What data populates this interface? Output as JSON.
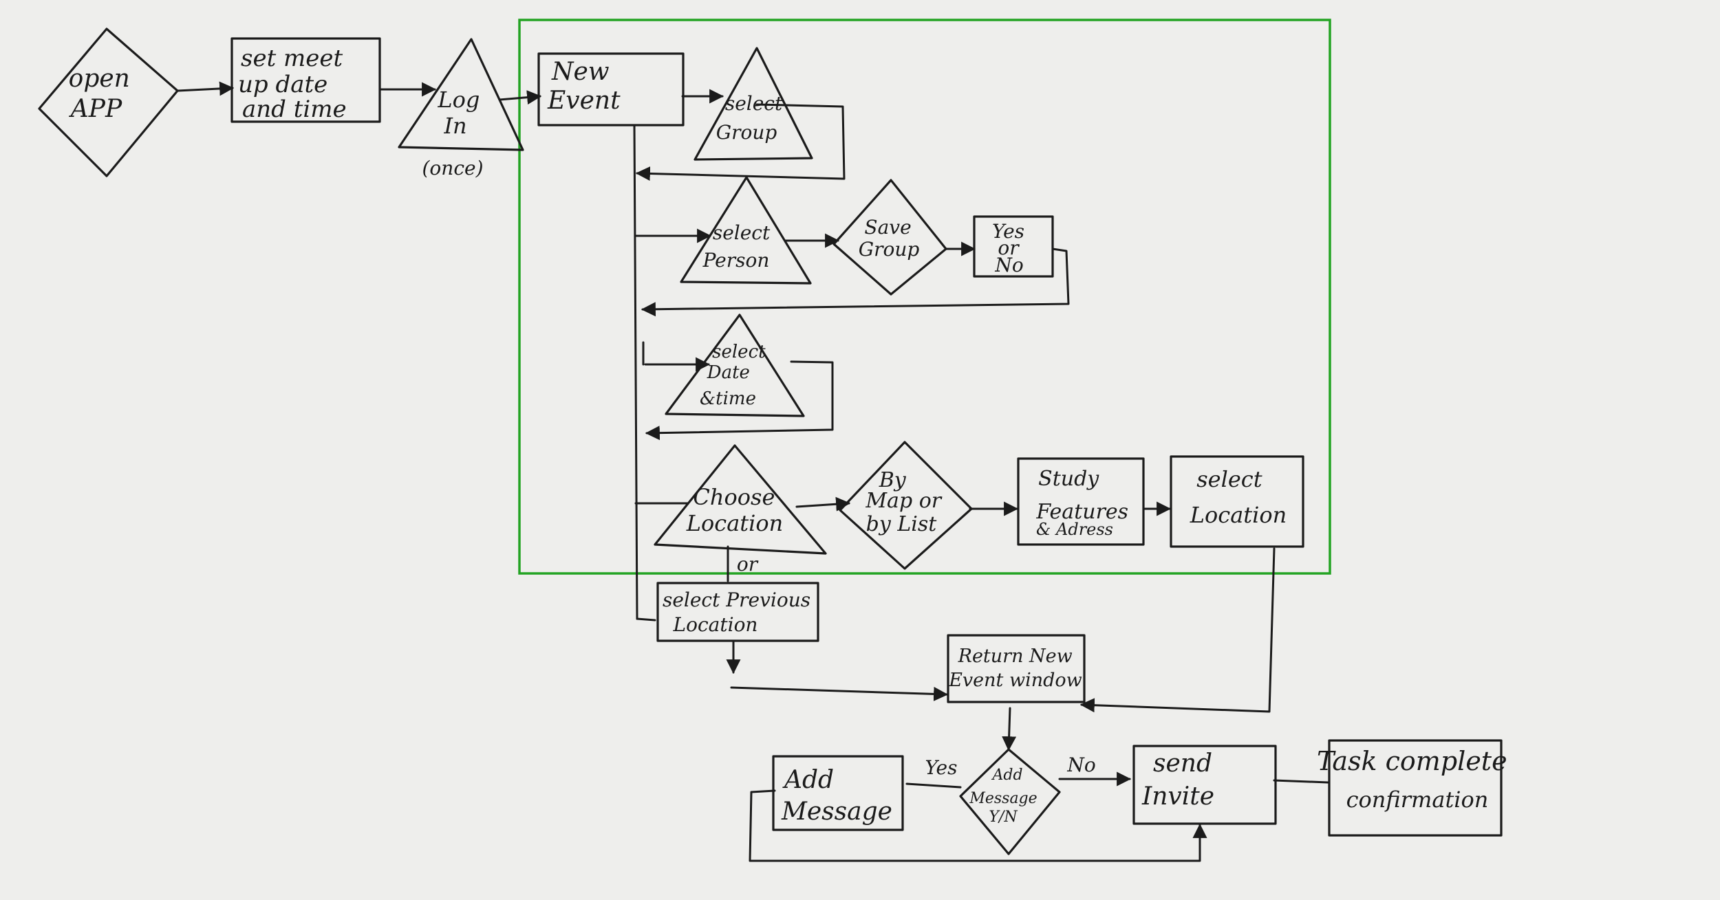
{
  "colors": {
    "ink": "#1b1b1b",
    "paper": "#eeeeec",
    "highlight": "#23a323"
  },
  "nodes": {
    "open_app": [
      "open",
      "APP"
    ],
    "set_meet": [
      "set meet",
      "up date",
      "and time"
    ],
    "log_in": [
      "Log",
      "In"
    ],
    "once": "(once)",
    "new_event": [
      "New",
      "Event"
    ],
    "select_group": [
      "select",
      "Group"
    ],
    "select_person": [
      "select",
      "Person"
    ],
    "save_group": [
      "Save",
      "Group"
    ],
    "yes_or_no": [
      "Yes",
      "or",
      "No"
    ],
    "select_date_time": [
      "select",
      "Date",
      "&time"
    ],
    "choose_location": [
      "Choose",
      "Location"
    ],
    "by_map_or_list": [
      "By",
      "Map or",
      "by List"
    ],
    "study_features": [
      "Study",
      "Features",
      "& Adress"
    ],
    "select_location": [
      "select",
      "Location"
    ],
    "or": "or",
    "select_previous_location": [
      "select Previous",
      "Location"
    ],
    "return_new_event": [
      "Return New",
      "Event window"
    ],
    "add_message": [
      "Add",
      "Message"
    ],
    "yes": "Yes",
    "add_message_yn": [
      "Add",
      "Message",
      "Y/N"
    ],
    "no": "No",
    "send_invite": [
      "send",
      "Invite"
    ],
    "task_complete": [
      "Task complete",
      "confirmation"
    ]
  }
}
